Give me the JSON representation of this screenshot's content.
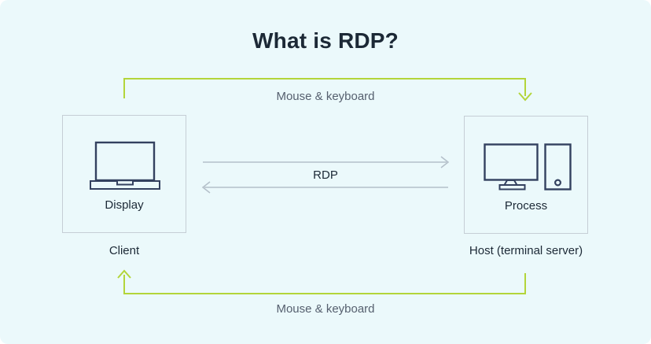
{
  "title": "What is RDP?",
  "colors": {
    "background": "#ebf9fb",
    "accent_green": "#b3d53a",
    "arrow_gray": "#b3bfc9",
    "box_border": "#c5ced5",
    "icon_stroke": "#33415f",
    "text_dark": "#1c2936",
    "text_slate": "#56606f"
  },
  "nodes": [
    {
      "id": "client",
      "icon": "laptop-icon",
      "box_label": "Display",
      "caption": "Client"
    },
    {
      "id": "host",
      "icon": "desktop-tower-icon",
      "box_label": "Process",
      "caption": "Host (terminal server)"
    }
  ],
  "arrows": {
    "top": {
      "label": "Mouse & keyboard",
      "direction": "client-to-host",
      "color": "green"
    },
    "middle": {
      "label": "RDP",
      "direction": "bidirectional",
      "color": "gray"
    },
    "bottom": {
      "label": "Mouse & keyboard",
      "direction": "host-to-client",
      "color": "green"
    }
  }
}
